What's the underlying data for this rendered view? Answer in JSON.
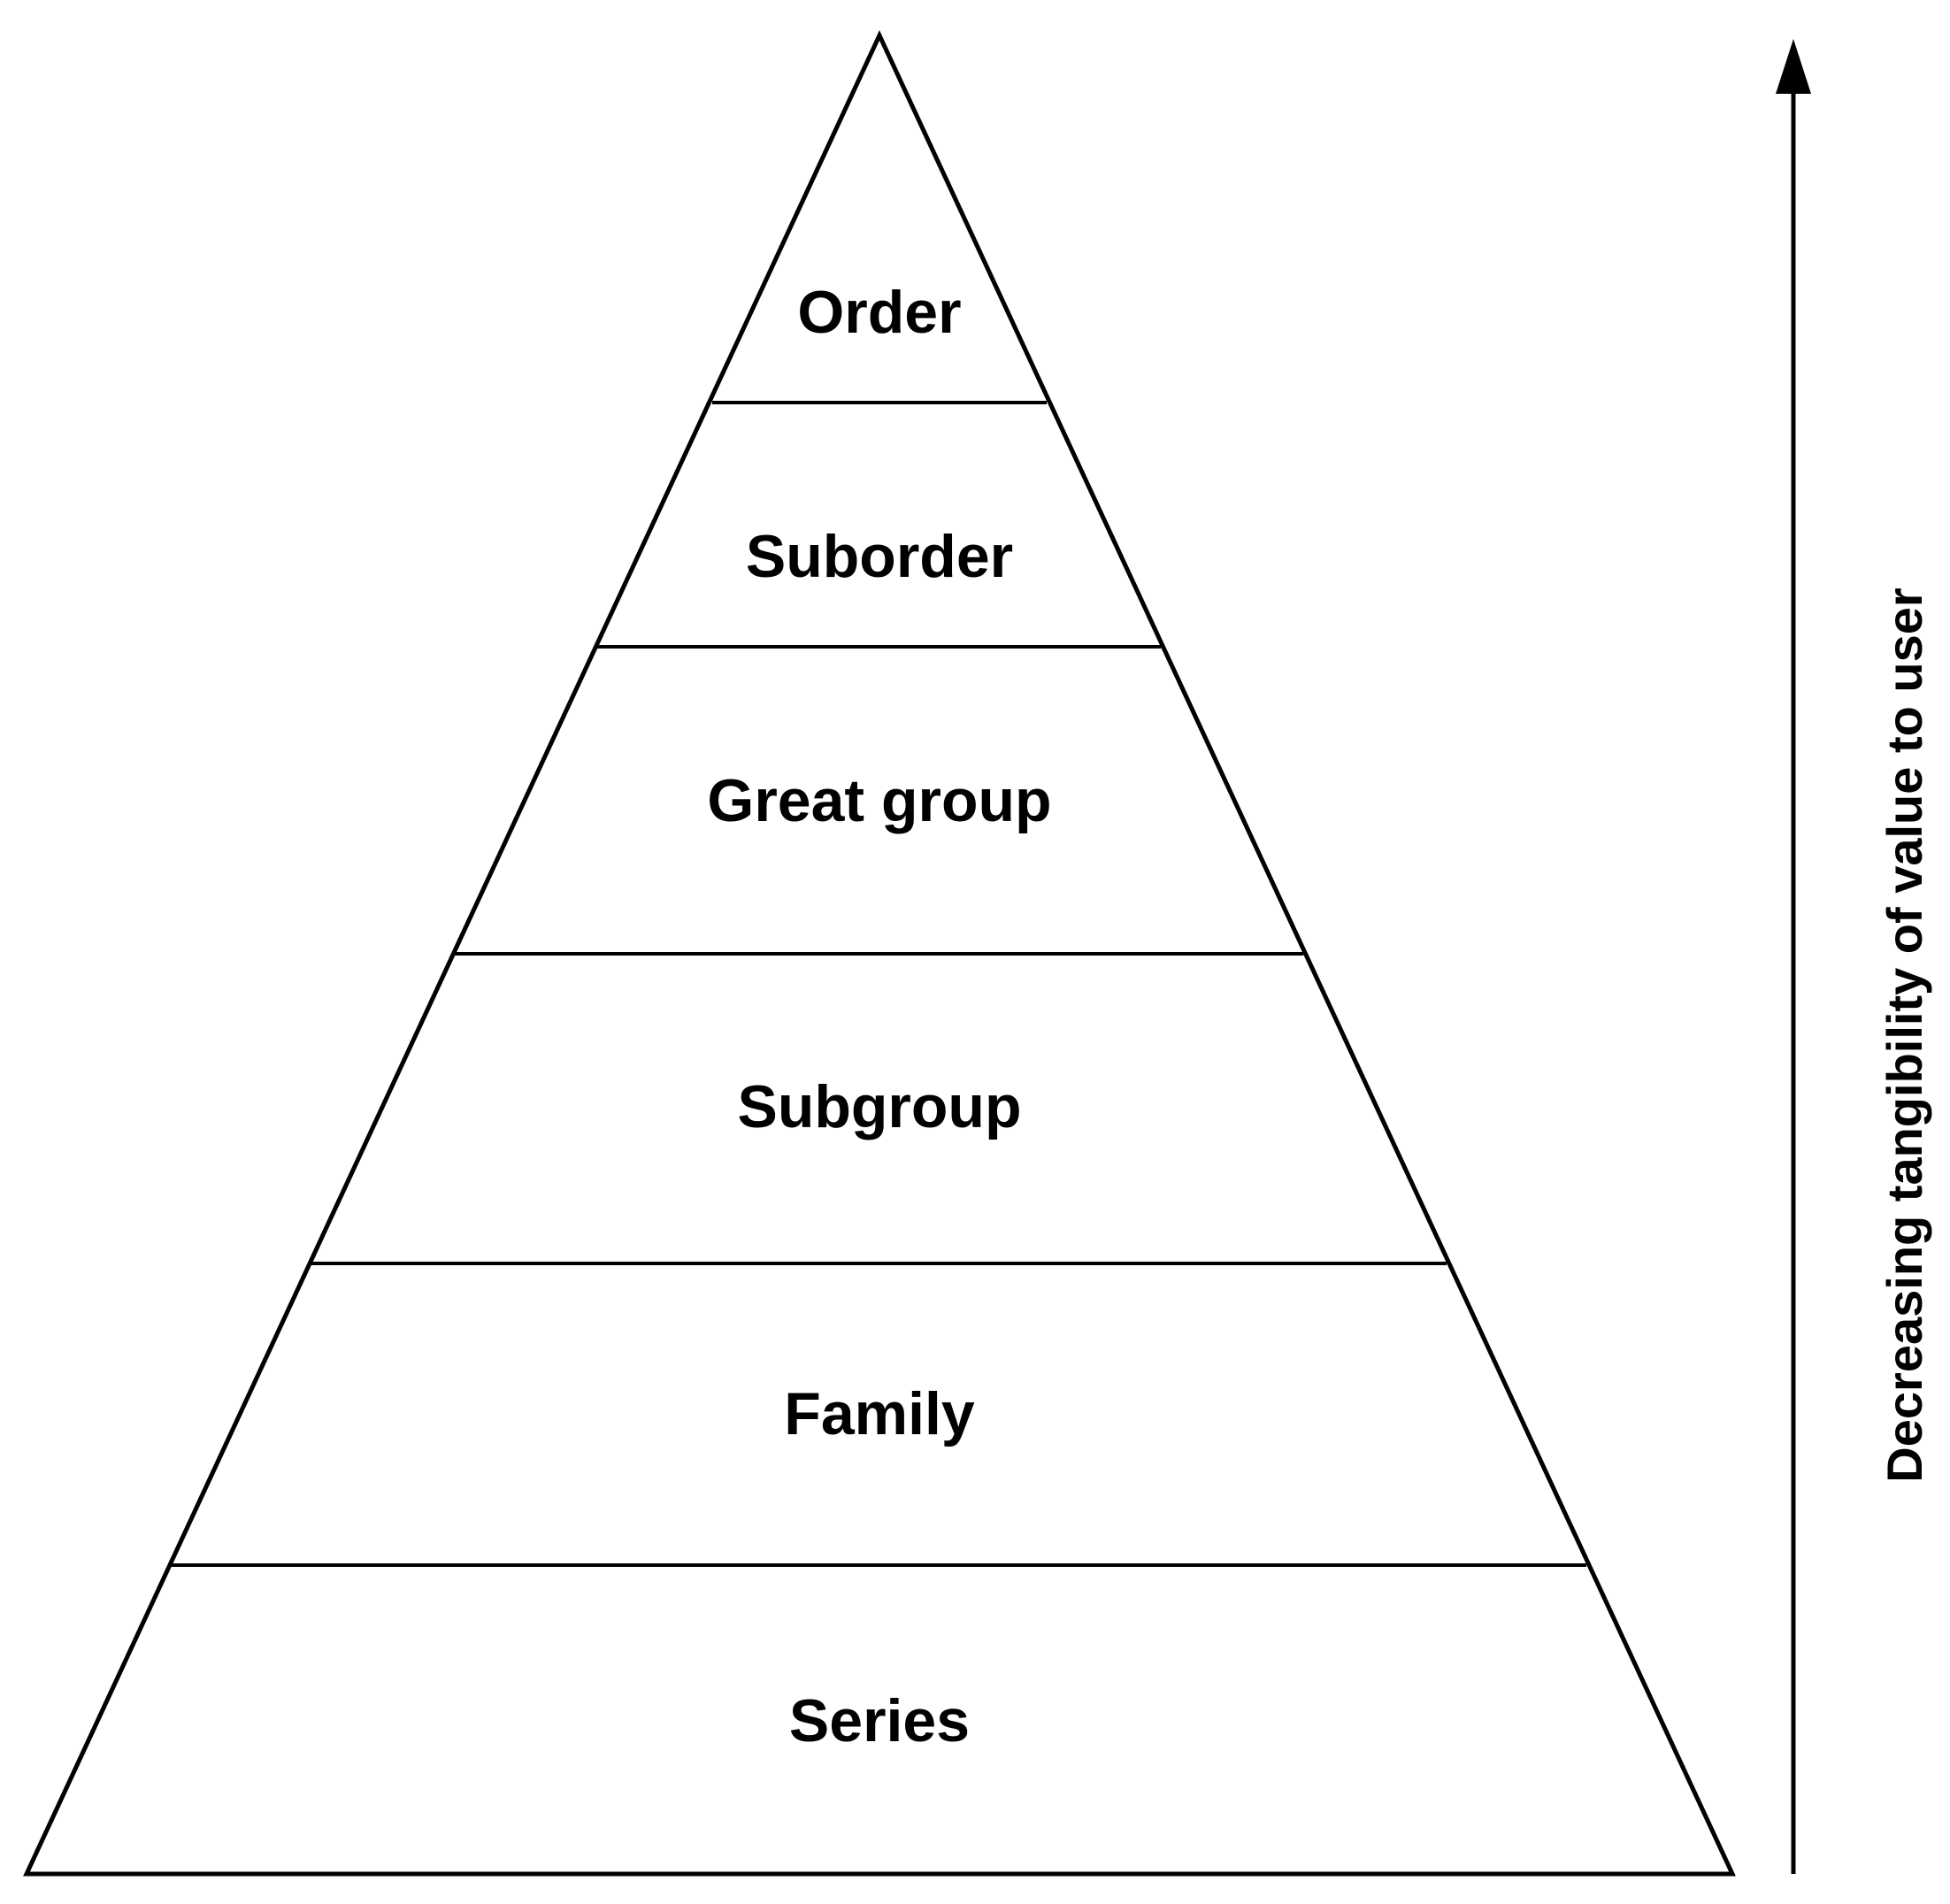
{
  "pyramid": {
    "tiers": [
      {
        "label": "Order"
      },
      {
        "label": "Suborder"
      },
      {
        "label": "Great group"
      },
      {
        "label": "Subgroup"
      },
      {
        "label": "Family"
      },
      {
        "label": "Series"
      }
    ]
  },
  "arrow": {
    "label": "Decreasing tangibility of value to user"
  }
}
